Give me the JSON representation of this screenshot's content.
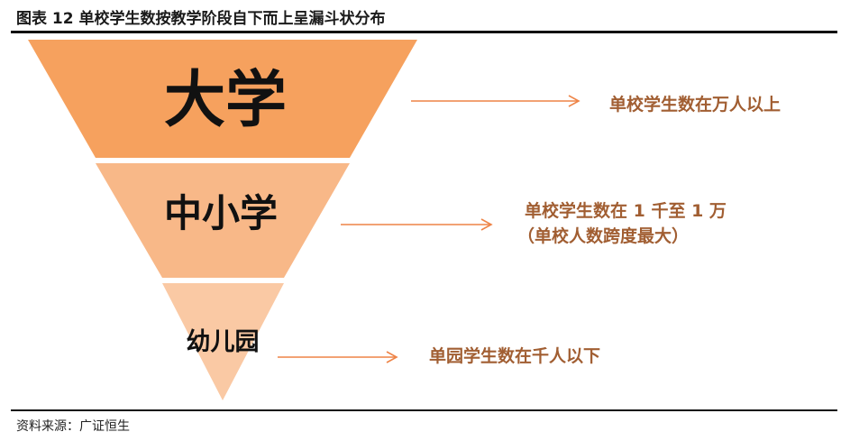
{
  "figure": {
    "title": "图表 12  单校学生数按教学阶段自下而上呈漏斗状分布",
    "source": "资料来源：广证恒生"
  },
  "colors": {
    "tier_top": "#F6A15E",
    "tier_mid": "#F8B888",
    "tier_bottom": "#FAC9A4",
    "arrow": "#EE8447",
    "note_text": "#A15E32"
  },
  "tiers": [
    {
      "label": "大学",
      "note_line1": "单校学生数在万人以上",
      "note_line2": ""
    },
    {
      "label": "中小学",
      "note_line1": "单校学生数在 1 千至 1 万",
      "note_line2": "（单校人数跨度最大）"
    },
    {
      "label": "幼儿园",
      "note_line1": "单园学生数在千人以下",
      "note_line2": ""
    }
  ]
}
